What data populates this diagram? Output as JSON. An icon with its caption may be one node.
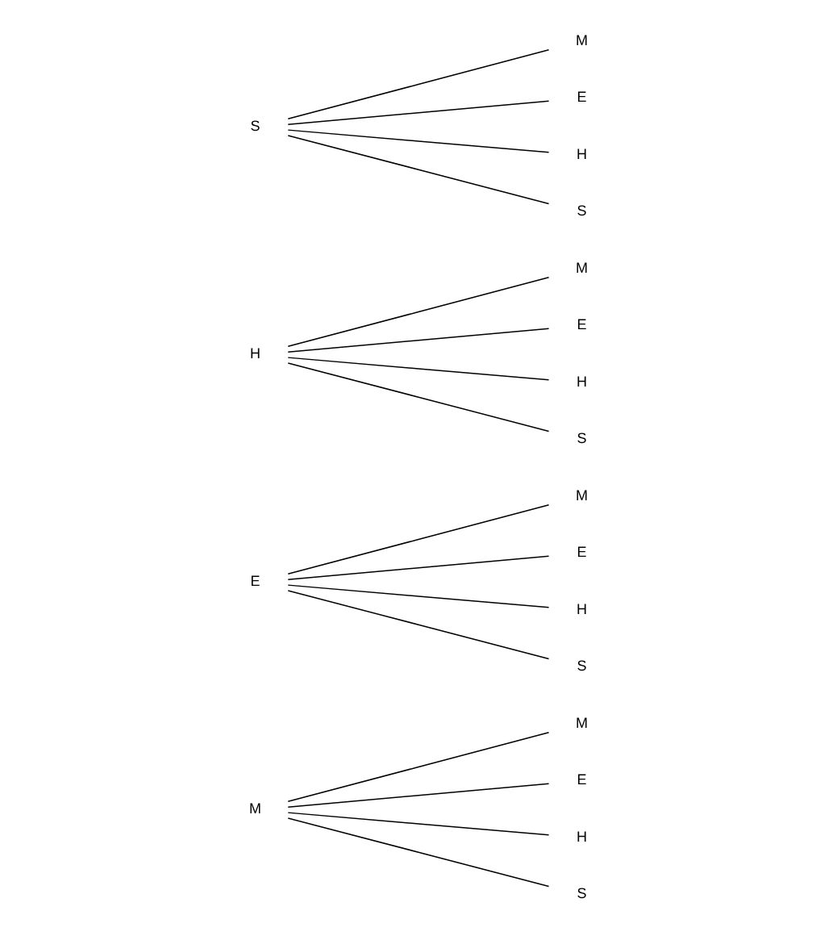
{
  "diagram": {
    "nodes": [
      {
        "text": [
          "M"
        ]
      },
      {
        "text": [
          "M"
        ]
      },
      {
        "text": [
          "E"
        ]
      },
      {
        "text": [
          "H"
        ]
      },
      {
        "text": [
          "S"
        ]
      },
      {
        "text": [
          "E"
        ]
      },
      {
        "text": [
          "M"
        ]
      },
      {
        "text": [
          "E"
        ]
      },
      {
        "text": [
          "H"
        ]
      },
      {
        "text": [
          "S"
        ]
      },
      {
        "text": [
          "H"
        ]
      },
      {
        "text": [
          "M"
        ]
      },
      {
        "text": [
          "E"
        ]
      },
      {
        "text": [
          "H"
        ]
      },
      {
        "text": [
          "S"
        ]
      },
      {
        "text": [
          "S"
        ]
      },
      {
        "text": [
          "M"
        ]
      },
      {
        "text": [
          "E"
        ]
      },
      {
        "text": [
          "H"
        ]
      },
      {
        "text": [
          "S"
        ]
      }
    ],
    "edges": [
      {
        "from": 0,
        "to": 1,
        "arrow": "none"
      },
      {
        "from": 0,
        "to": 2,
        "arrow": "none"
      },
      {
        "from": 0,
        "to": 3,
        "arrow": "none"
      },
      {
        "from": 0,
        "to": 4,
        "arrow": "none"
      },
      {
        "from": 5,
        "to": 6,
        "arrow": "none"
      },
      {
        "from": 5,
        "to": 7,
        "arrow": "none"
      },
      {
        "from": 5,
        "to": 8,
        "arrow": "none"
      },
      {
        "from": 5,
        "to": 9,
        "arrow": "none"
      },
      {
        "from": 10,
        "to": 11,
        "arrow": "none"
      },
      {
        "from": 10,
        "to": 12,
        "arrow": "none"
      },
      {
        "from": 10,
        "to": 13,
        "arrow": "none"
      },
      {
        "from": 10,
        "to": 14,
        "arrow": "none"
      },
      {
        "from": 15,
        "to": 16,
        "arrow": "none"
      },
      {
        "from": 15,
        "to": 17,
        "arrow": "none"
      },
      {
        "from": 15,
        "to": 18,
        "arrow": "none"
      },
      {
        "from": 15,
        "to": 19,
        "arrow": "none"
      }
    ]
  }
}
